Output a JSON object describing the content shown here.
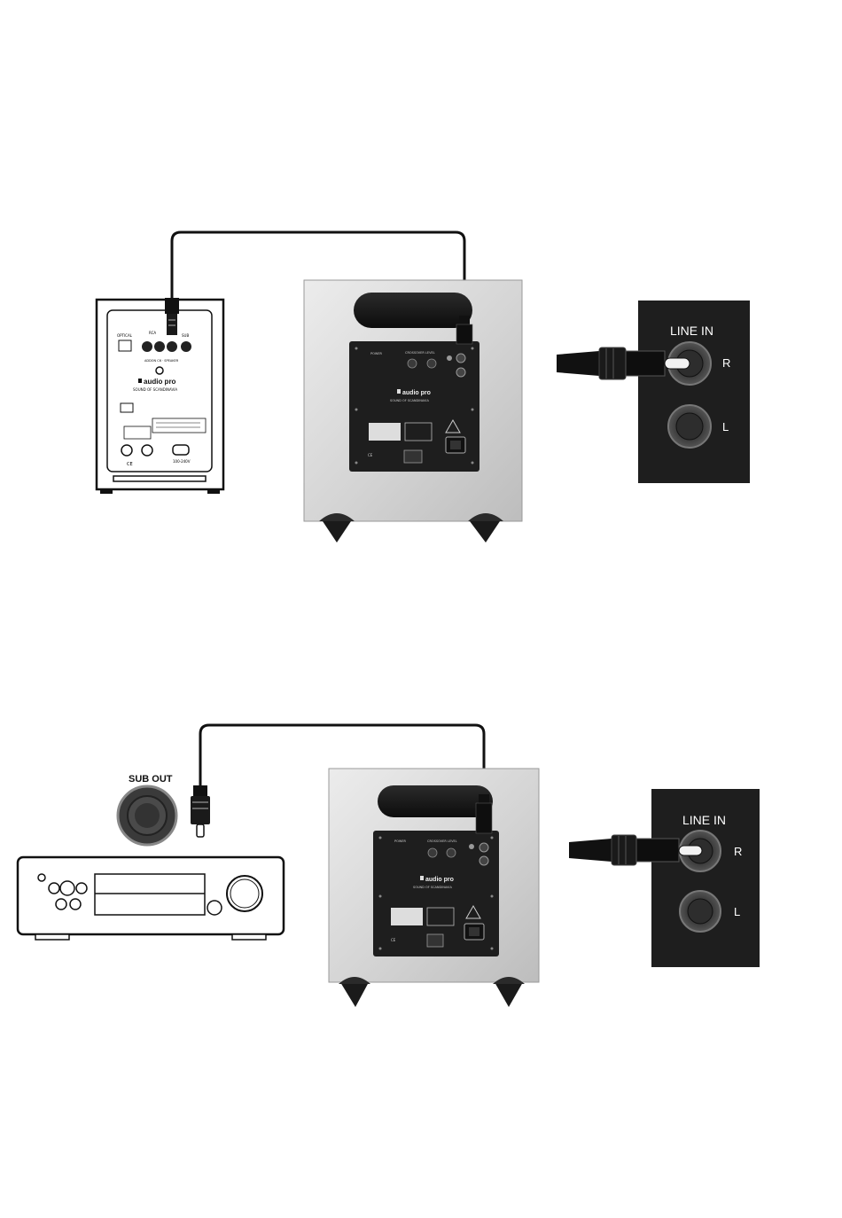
{
  "scene1": {
    "speaker": {
      "brand": "audio pro",
      "tagline": "SOUND OF SCANDINAVIA"
    },
    "subwoofer": {
      "brand": "audio pro",
      "tagline": "SOUND OF SCANDINAVIA"
    },
    "input_panel": {
      "title": "LINE IN",
      "jack_r": "R",
      "jack_l": "L"
    }
  },
  "scene2": {
    "receiver": {
      "sub_out_label": "SUB OUT"
    },
    "subwoofer": {
      "brand": "audio pro",
      "tagline": "SOUND OF SCANDINAVIA"
    },
    "input_panel": {
      "title": "LINE IN",
      "jack_r": "R",
      "jack_l": "L"
    }
  },
  "colors": {
    "panel_black": "#1e1e1e",
    "sub_body": "#d9d9d9",
    "cable": "#111111"
  }
}
